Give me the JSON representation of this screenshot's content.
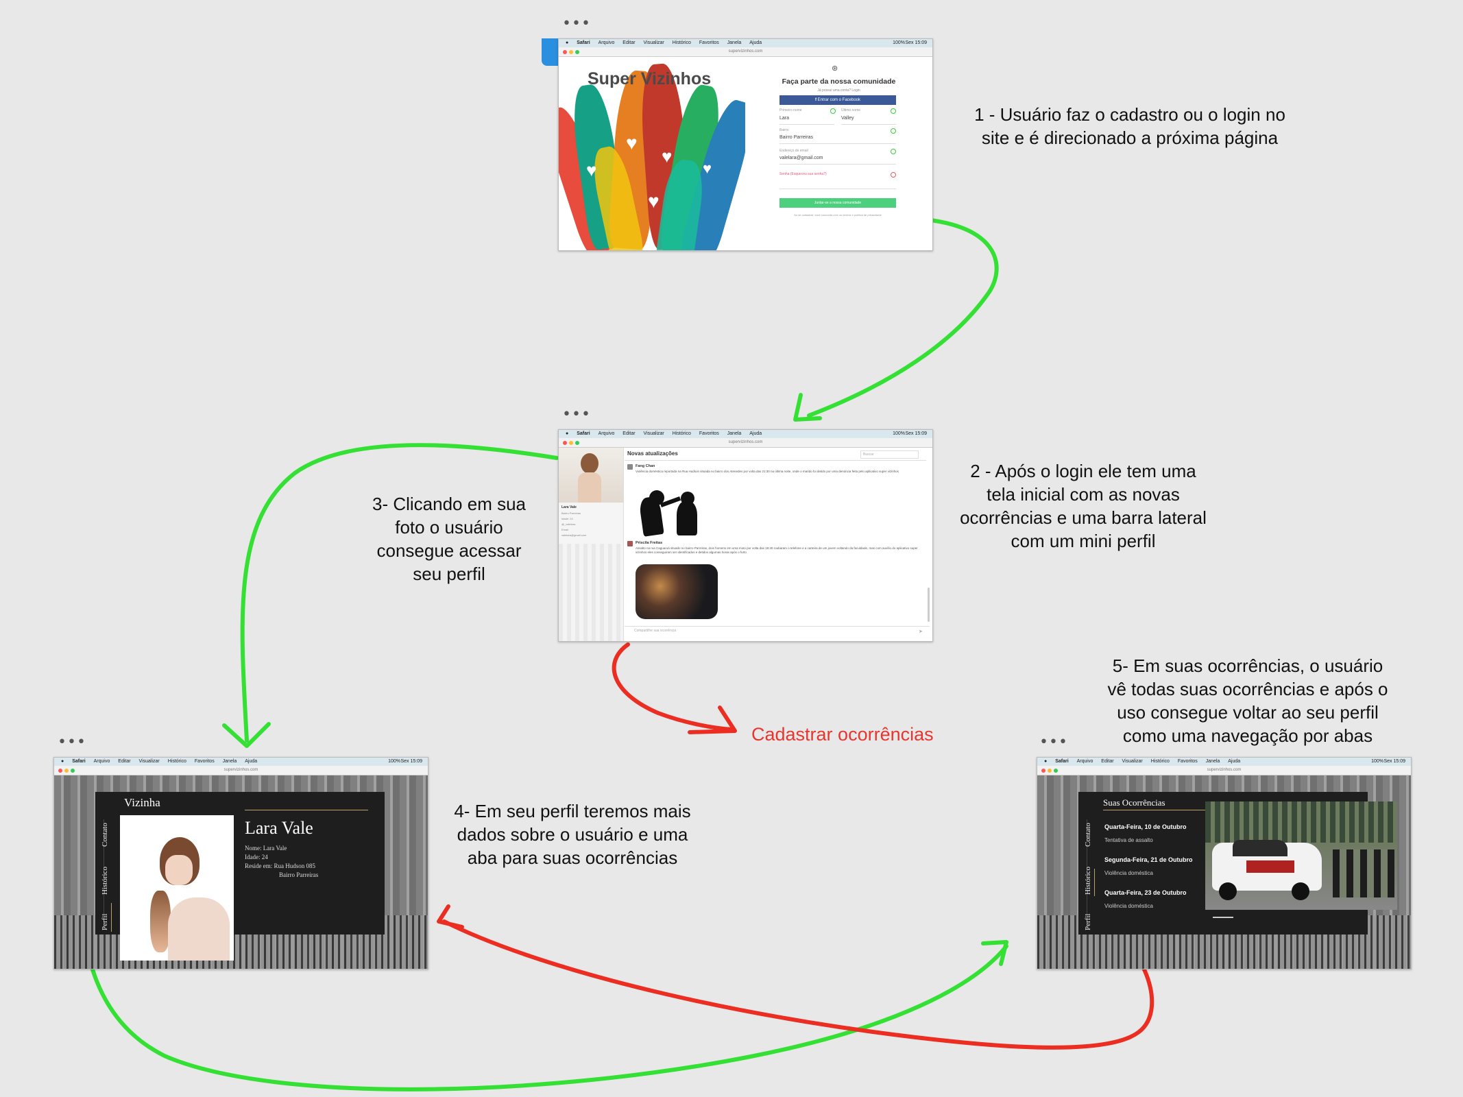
{
  "notes": {
    "step1_line1": "1 - Usuário faz o cadastro ou o login no",
    "step1_line2": "site e é direcionado a próxima página",
    "step2_line1": "2 - Após o login ele tem uma",
    "step2_line2": "tela inicial com as novas",
    "step2_line3": "ocorrências e uma barra lateral",
    "step2_line4": "com um mini perfil",
    "step3_line1": "3- Clicando em sua",
    "step3_line2": "foto o usuário",
    "step3_line3": "consegue acessar",
    "step3_line4": "seu perfil",
    "step4_line1": "4- Em seu perfil teremos mais",
    "step4_line2": "dados sobre o usuário e uma",
    "step4_line3": "aba para suas ocorrências",
    "step5_line1": "5- Em suas ocorrências, o usuário",
    "step5_line2": "vê todas suas ocorrências e após o",
    "step5_line3": "uso consegue voltar ao seu perfil",
    "step5_line4": "como uma navegação por abas",
    "register": "Cadastrar ocorrências"
  },
  "artboard_menu": "•••",
  "browser": {
    "menu_items": [
      "Safari",
      "Arquivo",
      "Editar",
      "Visualizar",
      "Histórico",
      "Favoritos",
      "Janela",
      "Ajuda"
    ],
    "clock": "Sex 15:09",
    "battery": "100%",
    "url": "supervizinhos.com"
  },
  "login": {
    "logo": "Super Vizinhos",
    "heading": "Faça parte da nossa comunidade",
    "already": "Já possui uma conta? Login",
    "facebook": "Entrar com o Facebook",
    "first_name_label": "Primeiro nome",
    "first_name": "Lara",
    "last_name_label": "Último nome",
    "last_name": "Valley",
    "neighborhood_label": "Bairro",
    "neighborhood": "Bairro Parreiras",
    "email_label": "Endereço de email",
    "email": "valelara@gmail.com",
    "password_label": "Senha (Esqueceu sua senha?)",
    "submit": "Juntar-se a nossa comunidade",
    "terms": "Ao se cadastrar, você concorda com os termos e política de privacidade"
  },
  "feed": {
    "title": "Novas atualizações",
    "search": "Buscar",
    "sidebar_name": "Lara Vale",
    "sidebar_lines": [
      "Bairro Parreiras",
      "Idade: 24",
      "@_valelara",
      "Email",
      "valelara@gmail.com"
    ],
    "post1_author": "Fang Chan",
    "post1_text": "Violência doméstica reportada na Rua Hudson situada no bairro dos Atenedes por volta das 21:30 na última noite, onde o marido foi detido por uma denúncia feita pelo aplicativo super vizinhos",
    "post2_author": "Priscila Freitas",
    "post2_text": "Assalto na rua Caguaruá situado no bairro Parreiras, dois homens em uma moto por volta das 18:30 roubaram o telefone e a carteira de um jovem voltando da faculdade, mas com auxílio do aplicativo super vizinhos eles conseguiram ser identificados e detidos algumas horas após o furto",
    "composer": "Compartilhe sua ocorrência"
  },
  "profile": {
    "role": "Vizinha",
    "name": "Lara Vale",
    "line_name": "Nome: Lara Vale",
    "line_age": "Idade: 24",
    "line_addr1": "Reside em: Rua Hudson 085",
    "line_addr2": "Bairro Parreiras",
    "tabs": [
      "Contato",
      "Histórico",
      "Perfil"
    ]
  },
  "occurrences": {
    "title": "Suas Ocorrências",
    "items": [
      {
        "date": "Quarta-Feira, 10 de Outubro",
        "type": "Tentativa de assalto"
      },
      {
        "date": "Segunda-Feira, 21 de Outubro",
        "type": "Violência doméstica"
      },
      {
        "date": "Quarta-Feira, 23 de Outubro",
        "type": "Violência doméstica"
      }
    ],
    "tabs": [
      "Contato",
      "Histórico",
      "Perfil"
    ]
  },
  "colors": {
    "arrow_green": "#33e033",
    "arrow_red": "#ec2d22",
    "note_red": "#e8352e",
    "facebook": "#3b5998",
    "submit_green": "#4cd07d"
  }
}
